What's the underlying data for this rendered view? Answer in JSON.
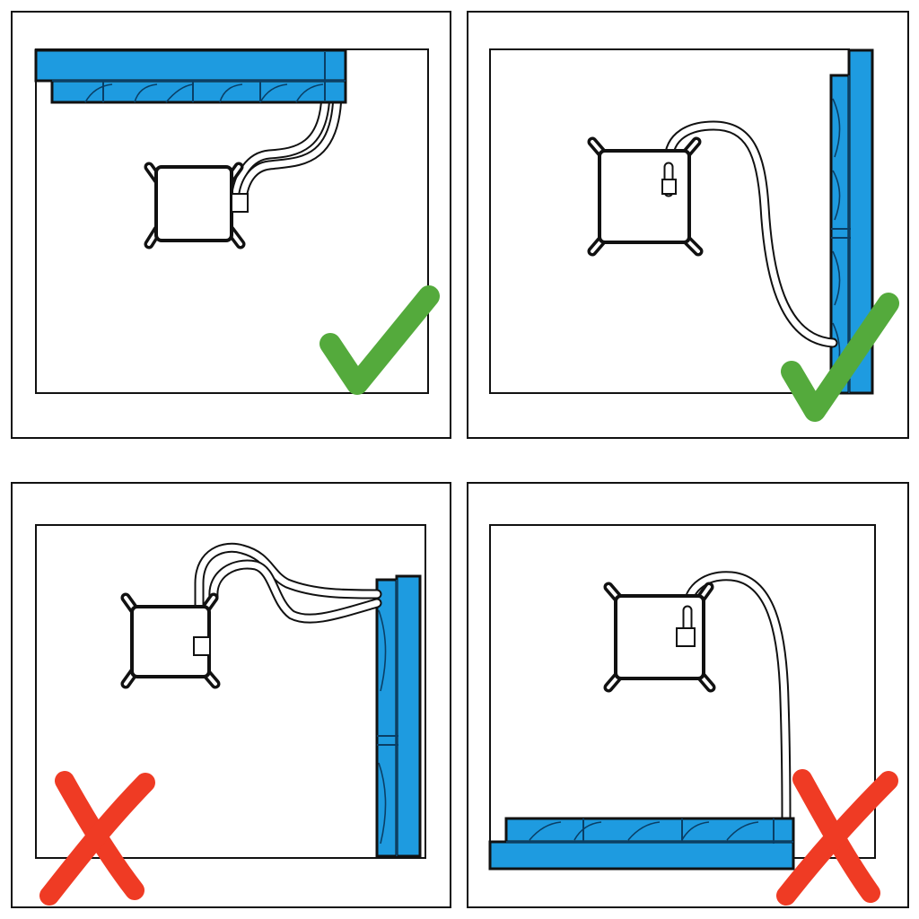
{
  "colors": {
    "radiator": "#1e9be0",
    "correct": "#54aa3c",
    "incorrect": "#ef3b24",
    "outline": "#111111"
  },
  "panels": [
    {
      "position": "top-left",
      "radiator_mount": "top",
      "tube_route": "short-loop-from-above",
      "verdict": "correct",
      "verdict_icon": "check-mark-icon"
    },
    {
      "position": "top-right",
      "radiator_mount": "right-side-vertical",
      "tube_route": "long-loop-entering-low",
      "verdict": "correct",
      "verdict_icon": "check-mark-icon"
    },
    {
      "position": "bottom-left",
      "radiator_mount": "right-side-vertical",
      "tube_route": "tubes-entering-high",
      "verdict": "incorrect",
      "verdict_icon": "cross-mark-icon"
    },
    {
      "position": "bottom-right",
      "radiator_mount": "bottom",
      "tube_route": "pump-above-radiator",
      "verdict": "incorrect",
      "verdict_icon": "cross-mark-icon"
    }
  ]
}
